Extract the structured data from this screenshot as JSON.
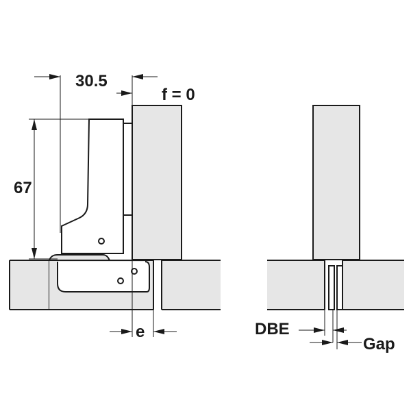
{
  "labels": {
    "dim_overlay": "30.5",
    "dim_f": "f = 0",
    "dim_height": "67",
    "dim_e": "e",
    "dim_dbe": "DBE",
    "dim_gap": "Gap"
  },
  "colors": {
    "panel_fill": "#e6e6e6",
    "line": "#1a1a1a",
    "background": "#ffffff"
  }
}
